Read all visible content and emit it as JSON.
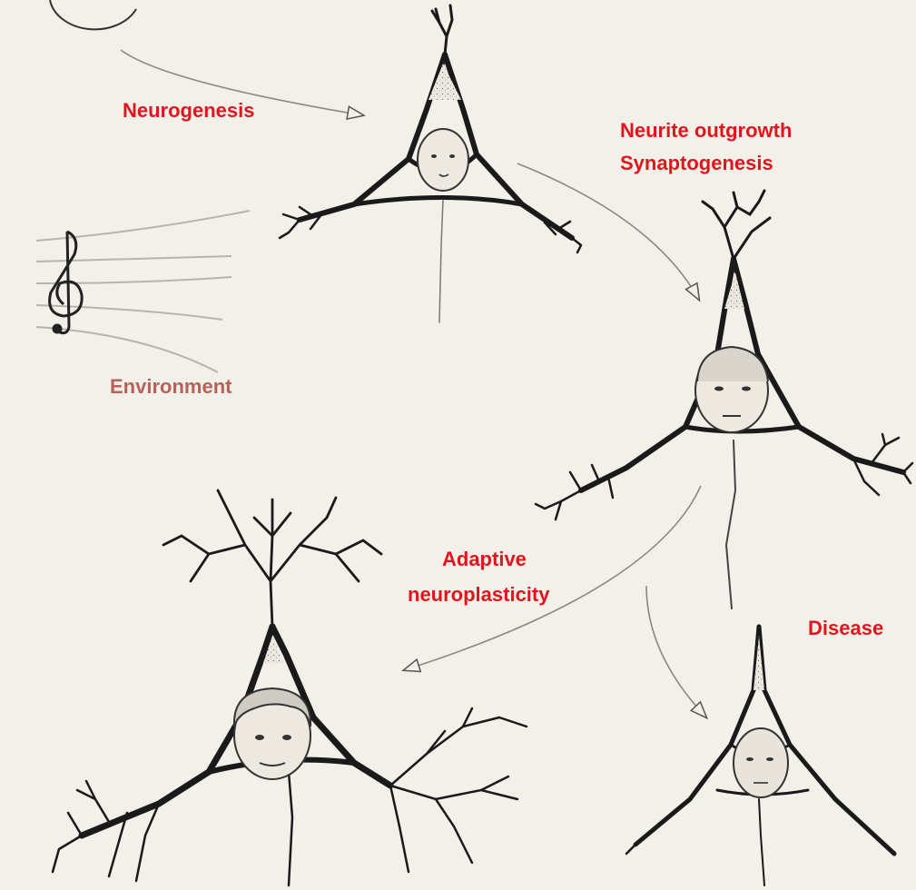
{
  "labels": {
    "neurogenesis": "Neurogenesis",
    "neurite_outgrowth": "Neurite outgrowth",
    "synaptogenesis": "Synaptogenesis",
    "environment": "Environment",
    "adaptive": "Adaptive",
    "neuroplasticity": "neuroplasticity",
    "disease": "Disease"
  },
  "colors": {
    "background": "#f3efe9",
    "label_red": "#e0161e",
    "label_muted": "#b5625a",
    "ink": "#1a1a1a"
  },
  "icons": [
    "treble-clef-icon",
    "neuron-baby-face",
    "neuron-child-face",
    "neuron-adult-face",
    "neuron-elderly-face"
  ]
}
